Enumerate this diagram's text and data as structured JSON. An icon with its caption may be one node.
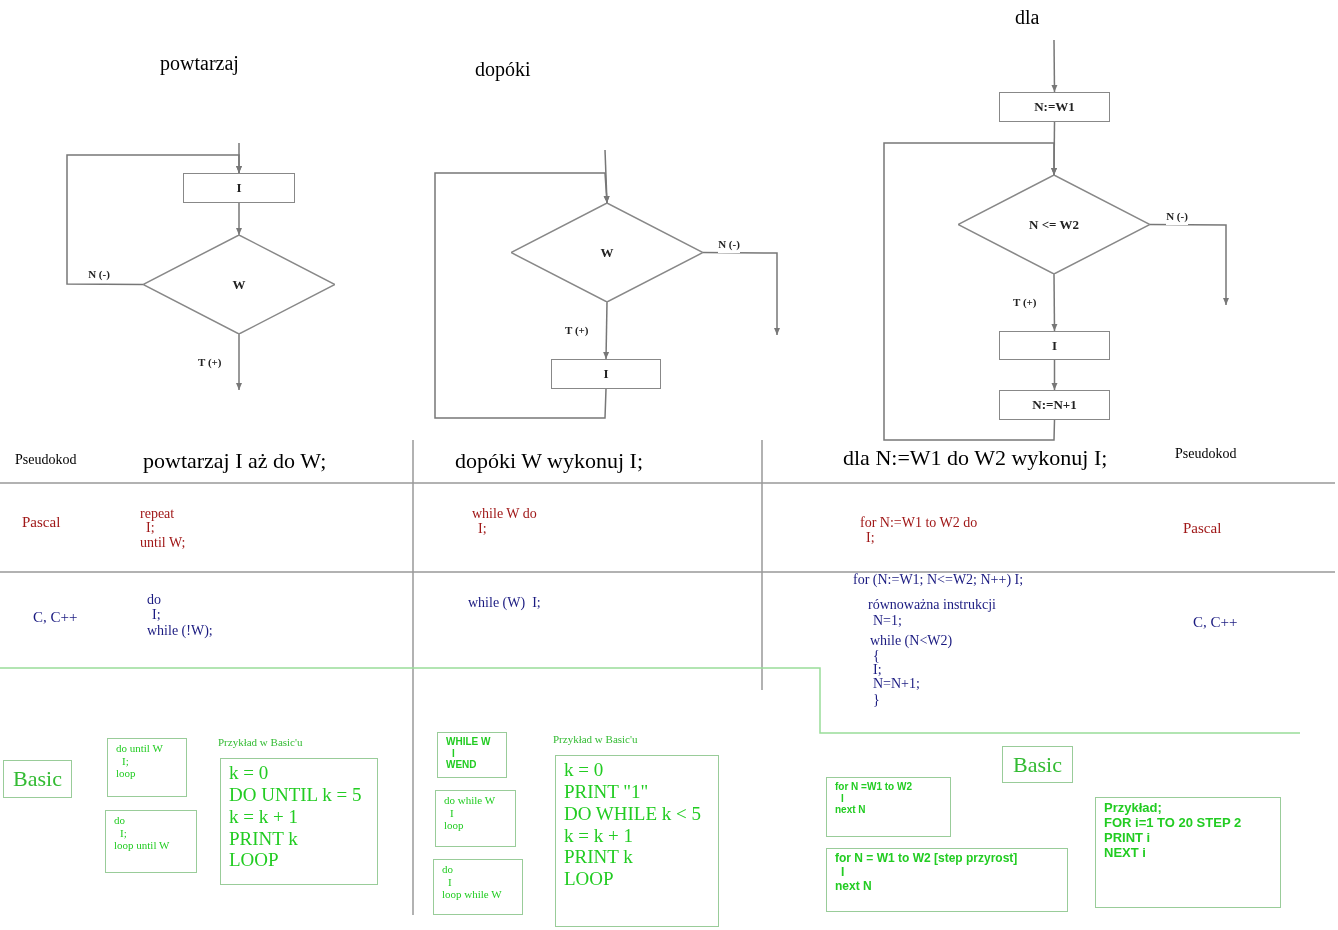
{
  "diagram": {
    "nodes": [
      {
        "text": [
          "I"
        ]
      },
      {
        "text": [
          "W"
        ]
      },
      {
        "text": [
          "W"
        ]
      },
      {
        "text": [
          "I"
        ]
      },
      {
        "text": [
          "N:=W1"
        ]
      },
      {
        "text": [
          "N <= W2"
        ]
      },
      {
        "text": [
          "I"
        ]
      },
      {
        "text": [
          "N:=N+1"
        ]
      },
      {
        "text": [
          "Basic"
        ]
      },
      {
        "text": [
          "do until W",
          "I;",
          "loop"
        ]
      },
      {
        "text": [
          "do",
          "I;",
          "loop until W"
        ]
      },
      {
        "text": [
          "Przykład w Basic'u",
          "k = 0",
          "DO UNTIL k = 5",
          "k = k + 1",
          "PRINT k",
          "LOOP"
        ]
      },
      {
        "text": [
          "WHILE W",
          "I",
          "WEND"
        ]
      },
      {
        "text": [
          "do while W",
          "I",
          "loop"
        ]
      },
      {
        "text": [
          "do",
          "I",
          "loop while W"
        ]
      },
      {
        "text": [
          "Przykład w Basic'u",
          "k = 0",
          "PRINT \"1\"",
          "DO WHILE k < 5",
          "k = k + 1",
          "PRINT k",
          "LOOP"
        ]
      },
      {
        "text": [
          "Basic"
        ]
      },
      {
        "text": [
          "for N =W1 to W2",
          "I",
          "next N"
        ]
      },
      {
        "text": [
          "for N = W1 to W2 [step przyrost]",
          "I",
          "next N"
        ]
      },
      {
        "text": [
          "Przykład;",
          "FOR i=1 TO 20 STEP 2",
          "PRINT i",
          "NEXT i"
        ]
      }
    ],
    "edges": [
      {
        "from": null,
        "to": 0,
        "arrow": "to"
      },
      {
        "from": 0,
        "to": 1,
        "arrow": "to"
      },
      {
        "from": 1,
        "to": 0,
        "arrow": "to",
        "label": "N (-)"
      },
      {
        "from": 1,
        "to": null,
        "arrow": "to",
        "label": "T (+)"
      },
      {
        "from": null,
        "to": 2,
        "arrow": "to"
      },
      {
        "from": 2,
        "to": 3,
        "arrow": "to",
        "label": "T (+)"
      },
      {
        "from": 3,
        "to": 2,
        "arrow": "to"
      },
      {
        "from": 2,
        "to": null,
        "arrow": "to",
        "label": "N (-)"
      },
      {
        "from": null,
        "to": 4,
        "arrow": "to"
      },
      {
        "from": 4,
        "to": 5,
        "arrow": "to"
      },
      {
        "from": 5,
        "to": 6,
        "arrow": "to",
        "label": "T (+)"
      },
      {
        "from": 6,
        "to": 7,
        "arrow": "to"
      },
      {
        "from": 7,
        "to": 5,
        "arrow": "to"
      },
      {
        "from": 5,
        "to": null,
        "arrow": "to",
        "label": "N (-)"
      }
    ],
    "labels": [
      "powtarzaj",
      "dopóki",
      "dla",
      "Pseudokod",
      "powtarzaj I aż do W;",
      "dopóki W wykonuj I;",
      "dla N:=W1 do W2 wykonuj I;",
      "Pseudokod",
      "Pascal",
      "repeat",
      "I;",
      "until W;",
      "while W do",
      "I;",
      "for N:=W1 to W2 do",
      "I;",
      "Pascal",
      "C, C++",
      "do",
      "I;",
      "while (!W);",
      "while (W)  I;",
      "for (N:=W1; N<=W2; N++) I;",
      "równoważna instrukcji",
      "N=1;",
      "while (N<W2)",
      "{",
      "I;",
      "N=N+1;",
      "}",
      "C, C++"
    ]
  }
}
